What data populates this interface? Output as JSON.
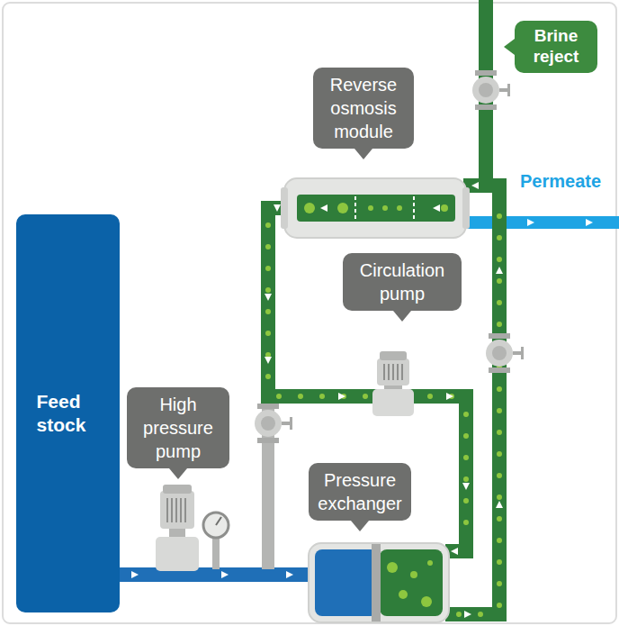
{
  "diagram": {
    "nodes": [
      {
        "text": [
          "Feed stock"
        ]
      },
      {
        "text": [
          "Reverse osmosis module"
        ]
      },
      {
        "text": [
          "Brine reject"
        ]
      },
      {
        "text": [
          "Permeate"
        ]
      },
      {
        "text": [
          "Circulation pump"
        ]
      },
      {
        "text": [
          "High pressure pump"
        ]
      },
      {
        "text": [
          "Pressure exchanger"
        ]
      }
    ]
  }
}
